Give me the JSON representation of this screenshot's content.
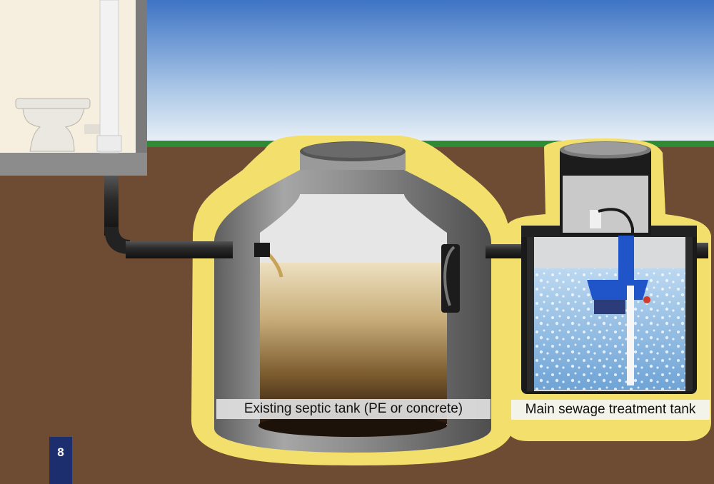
{
  "labels": {
    "septic_tank": "Existing septic tank (PE or concrete)",
    "main_tank": "Main sewage treatment tank"
  },
  "page_number": "8",
  "colors": {
    "soil": "#6e4b33",
    "grass": "#2f8a35",
    "sky_top": "#3e74c4",
    "backfill": "#f2df6c",
    "tank_grey": "#8a8a8a",
    "water": "#9cc3e6",
    "aerator": "#1f55c8",
    "page_badge": "#1d2e6e"
  }
}
